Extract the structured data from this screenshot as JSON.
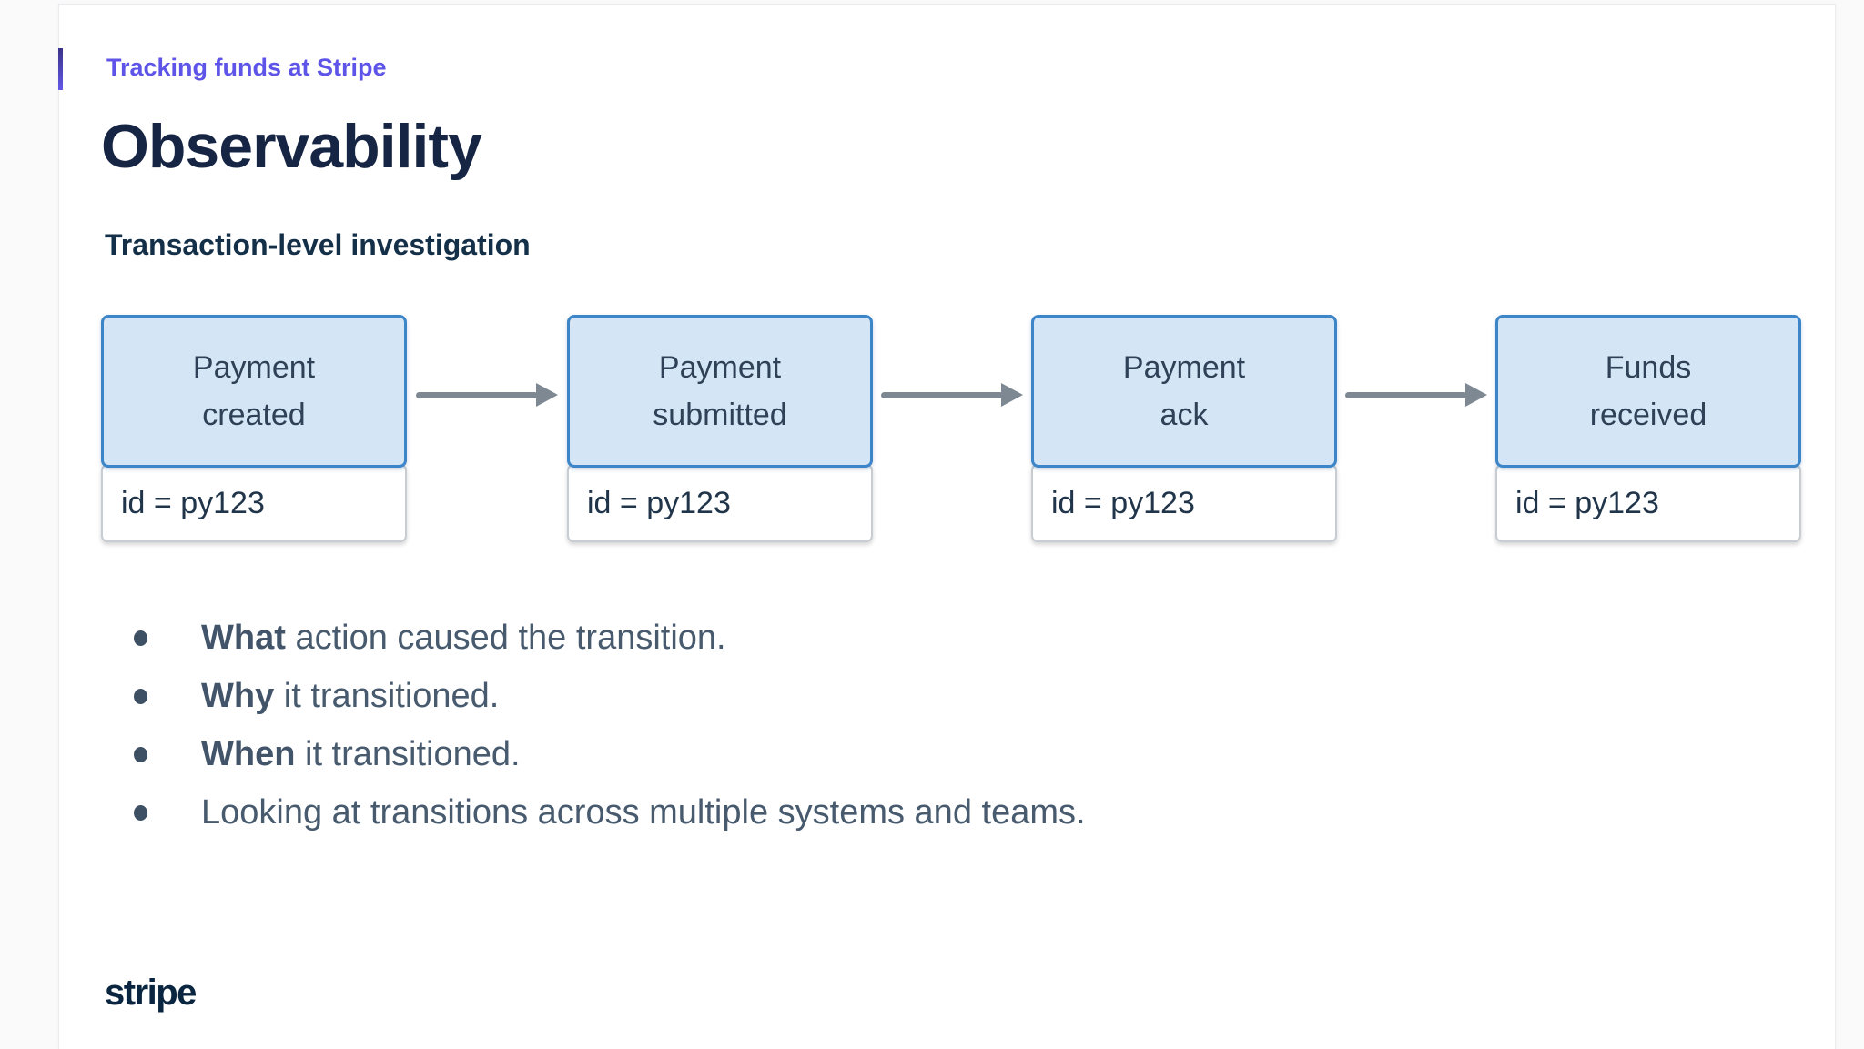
{
  "header": {
    "eyebrow": "Tracking funds at Stripe",
    "title": "Observability",
    "subtitle": "Transaction-level investigation"
  },
  "diagram": {
    "nodes": [
      {
        "line1": "Payment",
        "line2": "created",
        "id_label": "id = py123"
      },
      {
        "line1": "Payment",
        "line2": "submitted",
        "id_label": "id = py123"
      },
      {
        "line1": "Payment",
        "line2": "ack",
        "id_label": "id = py123"
      },
      {
        "line1": "Funds",
        "line2": "received",
        "id_label": "id = py123"
      }
    ],
    "arrow_count": 3
  },
  "bullets": [
    {
      "bold": "What",
      "text": " action caused the transition."
    },
    {
      "bold": "Why",
      "text": " it transitioned."
    },
    {
      "bold": "When",
      "text": " it transitioned."
    },
    {
      "bold": "",
      "text": "Looking at transitions across multiple systems and teams."
    }
  ],
  "footer": {
    "logo": "stripe"
  },
  "colors": {
    "accent_purple": "#5E55E8",
    "heading_navy": "#172544",
    "subtitle_navy": "#143049",
    "box_fill": "#D4E5F6",
    "box_border": "#3C85C8",
    "box_text": "#2E4156",
    "id_border": "#C8CDD3",
    "arrow_gray": "#7D8893",
    "bullet_text": "#475A6E",
    "logo_navy": "#0A2540",
    "card_bg": "#FFFFFF"
  }
}
